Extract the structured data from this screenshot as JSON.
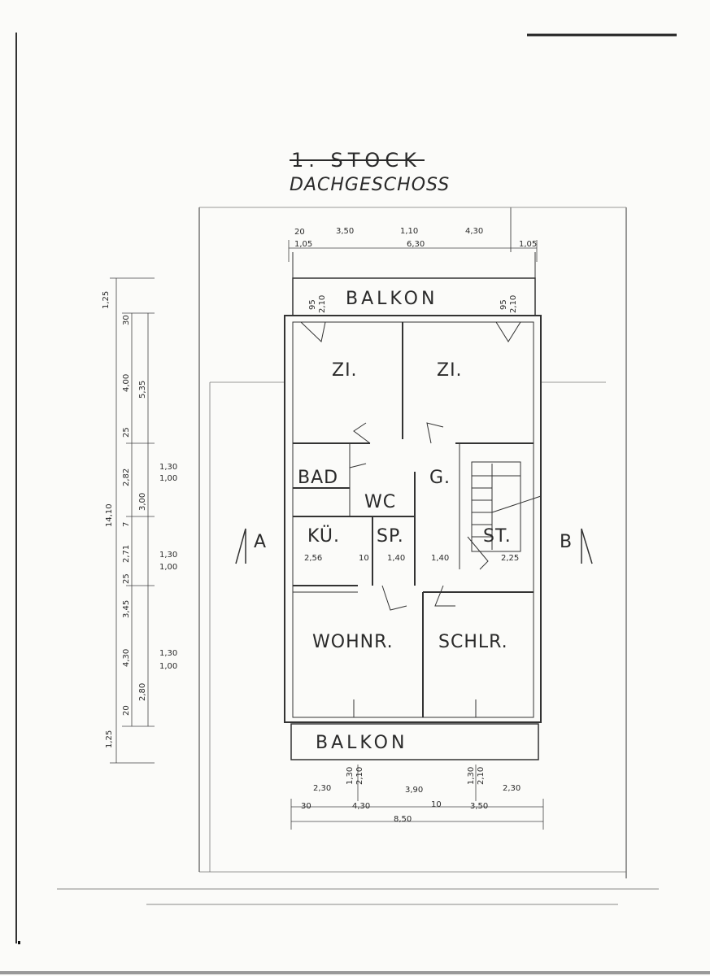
{
  "plan": {
    "title_struck": "1. STOCK",
    "title": "DACHGESCHOSS",
    "rooms": {
      "balkon_top": "BALKON",
      "zi_left": "ZI.",
      "zi_right": "ZI.",
      "bad": "BAD",
      "g": "G.",
      "wc": "WC",
      "kue": "KÜ.",
      "sp": "SP.",
      "st": "ST.",
      "wohnr": "WOHNR.",
      "schlr": "SCHLR.",
      "balkon_bottom": "BALKON"
    },
    "section_markers": {
      "a": "A",
      "b": "B"
    },
    "dims_top": [
      "20",
      "3,50",
      "1,10",
      "4,30",
      "1,05",
      "6,30",
      "1,05"
    ],
    "dims_bottom": [
      "2,30",
      "3,90",
      "2,30",
      "30",
      "4,30",
      "10",
      "3,50",
      "8,50"
    ],
    "dims_left_outer": [
      "1,25",
      "14,10",
      "1,25"
    ],
    "dims_left_mid": [
      "30",
      "4,00",
      "25",
      "2,82",
      "7",
      "2,71",
      "25",
      "3,45",
      "4,30",
      "20"
    ],
    "dims_left_inner": [
      "5,35",
      "3,00",
      "2,80"
    ],
    "dims_left_heights": [
      "1,30",
      "1,00",
      "1,30",
      "1,00",
      "1,30",
      "1,00"
    ],
    "dims_room_inner": [
      "2,56",
      "10",
      "1,40",
      "1,40",
      "2,25"
    ],
    "door_marks": [
      "95",
      "2,10",
      "95",
      "2,10",
      "1,30",
      "2,10",
      "1,30",
      "2,10"
    ]
  },
  "colors": {
    "ink": "#2a2a2a",
    "paper": "#fbfbf9",
    "wall_fill": "#ffffff"
  }
}
